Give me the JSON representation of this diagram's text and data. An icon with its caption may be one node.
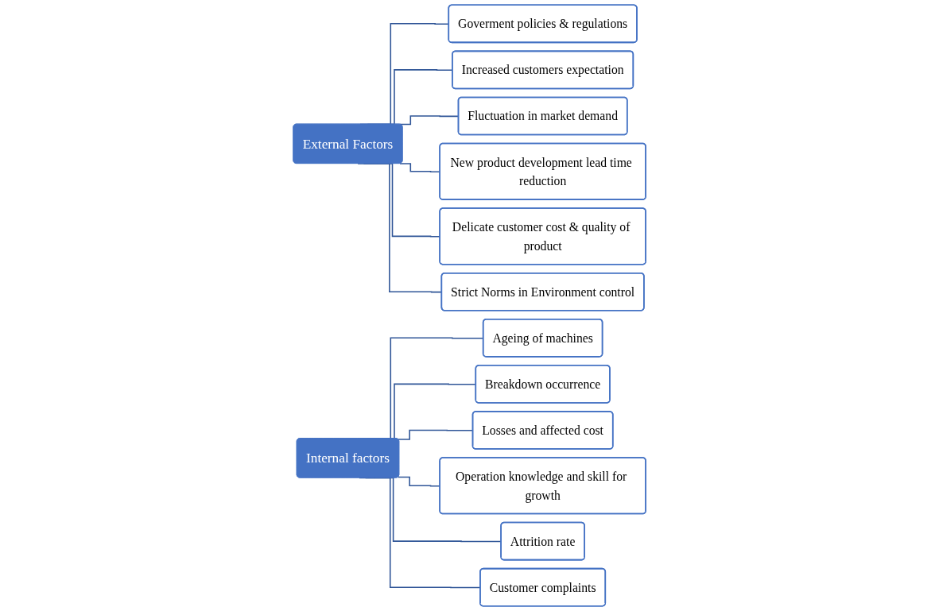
{
  "diagram": {
    "nodes": [
      {
        "text": [
          "External Factors"
        ]
      },
      {
        "text": [
          "Goverment policies & regulations"
        ]
      },
      {
        "text": [
          "Increased customers expectation"
        ]
      },
      {
        "text": [
          "Fluctuation in market demand"
        ]
      },
      {
        "text": [
          "New product development lead time reduction"
        ]
      },
      {
        "text": [
          "Delicate customer cost & quality of product"
        ]
      },
      {
        "text": [
          "Strict Norms in Environment control"
        ]
      },
      {
        "text": [
          "Internal factors"
        ]
      },
      {
        "text": [
          "Ageing of machines"
        ]
      },
      {
        "text": [
          "Breakdown occurrence"
        ]
      },
      {
        "text": [
          "Losses and affected cost"
        ]
      },
      {
        "text": [
          "Operation knowledge and skill for growth"
        ]
      },
      {
        "text": [
          "Attrition rate"
        ]
      },
      {
        "text": [
          "Customer complaints"
        ]
      }
    ],
    "edges": [
      {
        "from": 0,
        "to": 1,
        "arrow": "none"
      },
      {
        "from": 0,
        "to": 2,
        "arrow": "none"
      },
      {
        "from": 0,
        "to": 3,
        "arrow": "none"
      },
      {
        "from": 0,
        "to": 4,
        "arrow": "none"
      },
      {
        "from": 0,
        "to": 5,
        "arrow": "none"
      },
      {
        "from": 0,
        "to": 6,
        "arrow": "none"
      },
      {
        "from": 7,
        "to": 8,
        "arrow": "none"
      },
      {
        "from": 7,
        "to": 9,
        "arrow": "none"
      },
      {
        "from": 7,
        "to": 10,
        "arrow": "none"
      },
      {
        "from": 7,
        "to": 11,
        "arrow": "none"
      },
      {
        "from": 7,
        "to": 12,
        "arrow": "none"
      },
      {
        "from": 7,
        "to": 13,
        "arrow": "none"
      }
    ]
  }
}
